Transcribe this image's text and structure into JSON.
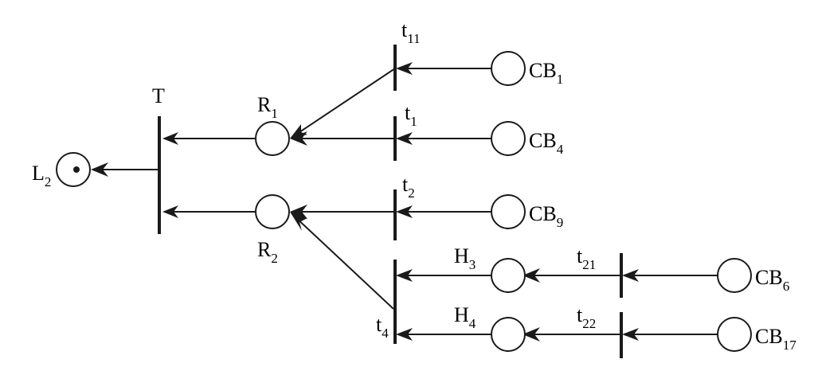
{
  "diagram": {
    "places": {
      "L": {
        "base": "L",
        "sub": "2"
      },
      "R1": {
        "base": "R",
        "sub": "1"
      },
      "R2": {
        "base": "R",
        "sub": "2"
      },
      "CB1": {
        "base": "CB",
        "sub": "1"
      },
      "CB4": {
        "base": "CB",
        "sub": "4"
      },
      "CB9": {
        "base": "CB",
        "sub": "9"
      },
      "H3": {
        "base": "H",
        "sub": "3"
      },
      "H4": {
        "base": "H",
        "sub": "4"
      },
      "CB6": {
        "base": "CB",
        "sub": "6"
      },
      "CB17": {
        "base": "CB",
        "sub": "17"
      }
    },
    "transitions": {
      "T": {
        "base": "T",
        "sub": ""
      },
      "t11": {
        "base": "t",
        "sub": "11"
      },
      "t1": {
        "base": "t",
        "sub": "1"
      },
      "t2": {
        "base": "t",
        "sub": "2"
      },
      "t4": {
        "base": "t",
        "sub": "4"
      },
      "t21": {
        "base": "t",
        "sub": "21"
      },
      "t22": {
        "base": "t",
        "sub": "22"
      }
    },
    "marked_place": "L",
    "arcs": [
      [
        "CB1",
        "t11"
      ],
      [
        "t11",
        "R1"
      ],
      [
        "CB4",
        "t1"
      ],
      [
        "t1",
        "R1"
      ],
      [
        "CB9",
        "t2"
      ],
      [
        "t2",
        "R2"
      ],
      [
        "CB6",
        "t21"
      ],
      [
        "t21",
        "H3"
      ],
      [
        "H3",
        "t4"
      ],
      [
        "CB17",
        "t22"
      ],
      [
        "t22",
        "H4"
      ],
      [
        "H4",
        "t4"
      ],
      [
        "t4",
        "R2"
      ],
      [
        "R1",
        "T"
      ],
      [
        "R2",
        "T"
      ],
      [
        "T",
        "L"
      ]
    ]
  }
}
